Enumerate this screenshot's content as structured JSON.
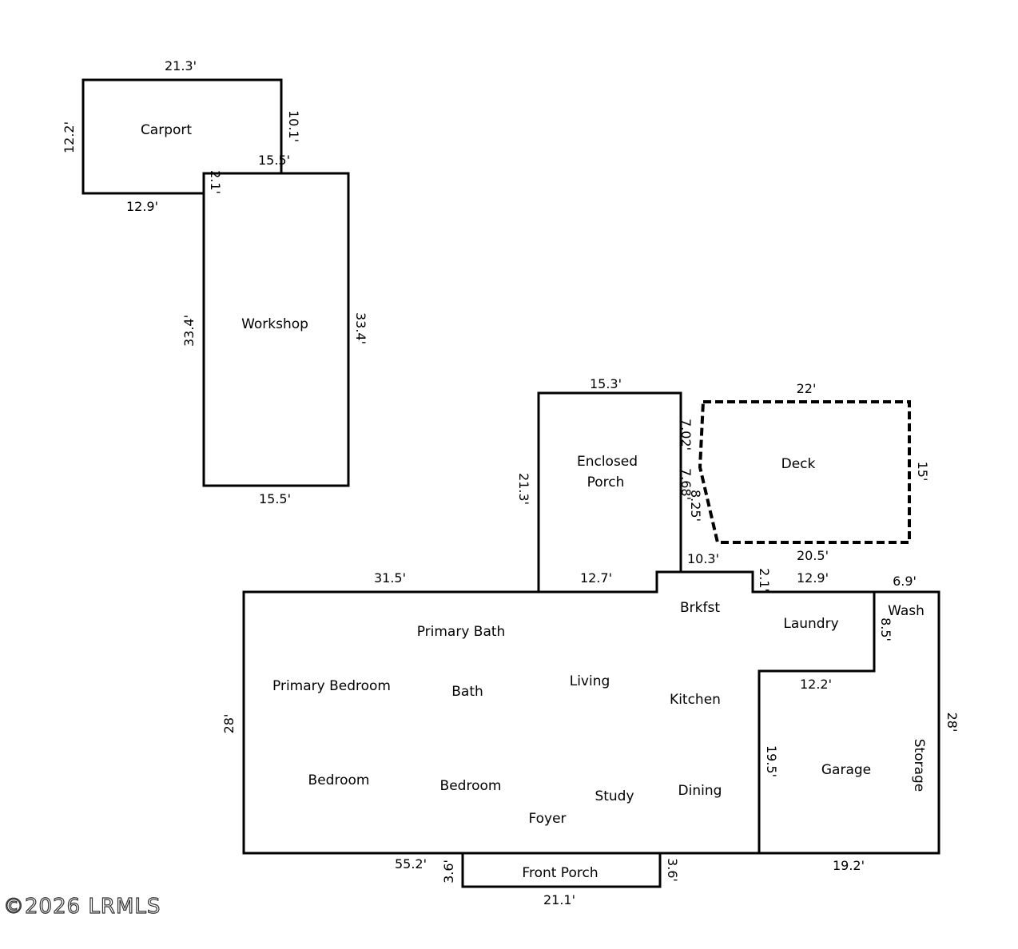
{
  "rooms": {
    "carport": "Carport",
    "workshop": "Workshop",
    "enclosed_porch_1": "Enclosed",
    "enclosed_porch_2": "Porch",
    "deck": "Deck",
    "primary_bath": "Primary Bath",
    "primary_bedroom": "Primary Bedroom",
    "bath": "Bath",
    "living": "Living",
    "brkfst": "Brkfst",
    "kitchen": "Kitchen",
    "laundry": "Laundry",
    "wash": "Wash",
    "bedroom_1": "Bedroom",
    "bedroom_2": "Bedroom",
    "study": "Study",
    "foyer": "Foyer",
    "dining": "Dining",
    "garage": "Garage",
    "storage": "Storage",
    "front_porch": "Front Porch"
  },
  "dimensions": {
    "carport_top": "21.3'",
    "carport_left": "12.2'",
    "carport_right": "10.1'",
    "carport_bottom": "12.9'",
    "workshop_top": "15.5'",
    "workshop_notch": "2.1'",
    "workshop_left": "33.4'",
    "workshop_right": "33.4'",
    "workshop_bottom": "15.5'",
    "porch_top": "15.3'",
    "porch_left": "21.3'",
    "porch_bottom": "12.7'",
    "porch_right_upper": "7.02'",
    "porch_right_lower": "7.68'",
    "deck_top": "22'",
    "deck_right": "15'",
    "deck_bottom": "20.5'",
    "deck_diag": "8.25'",
    "house_top_left": "31.5'",
    "brkfst_top": "10.3'",
    "brkfst_right": "2.1'",
    "laundry_top": "12.9'",
    "wash_top": "6.9'",
    "wash_side": "8.5'",
    "garage_top": "12.2'",
    "garage_left": "19.5'",
    "house_left": "28'",
    "house_right": "28'",
    "house_bottom": "55.2'",
    "garage_bottom": "19.2'",
    "front_porch_left": "3.6'",
    "front_porch_right": "3.6'",
    "front_porch_bottom": "21.1'"
  },
  "watermark": "©2026 LRMLS"
}
